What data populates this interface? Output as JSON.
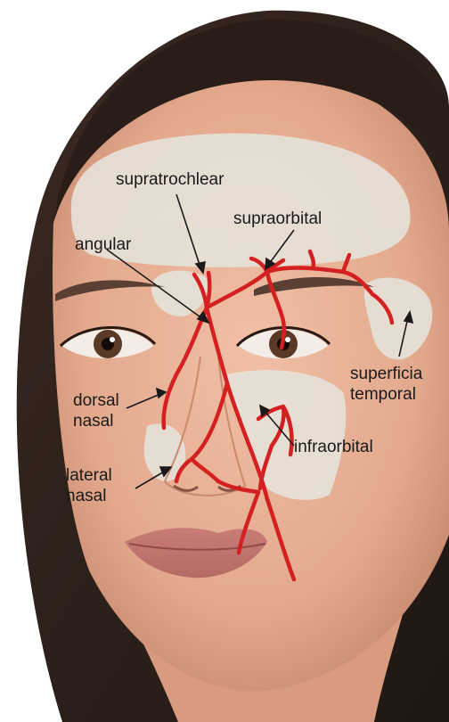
{
  "labels": {
    "supratrochlear": "supratrochlear",
    "supraorbital": "supraorbital",
    "angular": "angular",
    "superficial_temporal": [
      "superficia",
      "temporal"
    ],
    "dorsal_nasal": [
      "dorsal",
      "nasal"
    ],
    "infraorbital": "infraorbital",
    "lateral_nasal": [
      "lateral",
      "nasal"
    ]
  },
  "colors": {
    "artery": "#d42020",
    "zone_overlay": "#e6e1d8",
    "skin": "#e9b39a",
    "hair": "#2e221c",
    "label_text": "#1a1a1a",
    "pointer": "#1a1a1a"
  }
}
